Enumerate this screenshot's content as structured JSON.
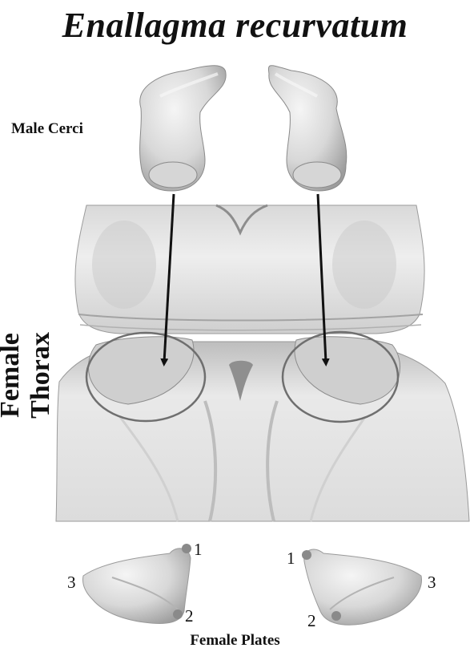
{
  "title": "Enallagma recurvatum",
  "labels": {
    "male_cerci": "Male Cerci",
    "female_thorax": "Female Thorax",
    "female_plates": "Female Plates"
  },
  "plate_points": {
    "left_top": "1",
    "left_bottom": "2",
    "left_side": "3",
    "right_top": "1",
    "right_bottom": "2",
    "right_side": "3"
  },
  "colors": {
    "background": "#ffffff",
    "specimen_light": "#e6e6e6",
    "specimen_dark": "#9a9a9a",
    "arrow": "#111111",
    "circle": "#6f6f6f"
  }
}
